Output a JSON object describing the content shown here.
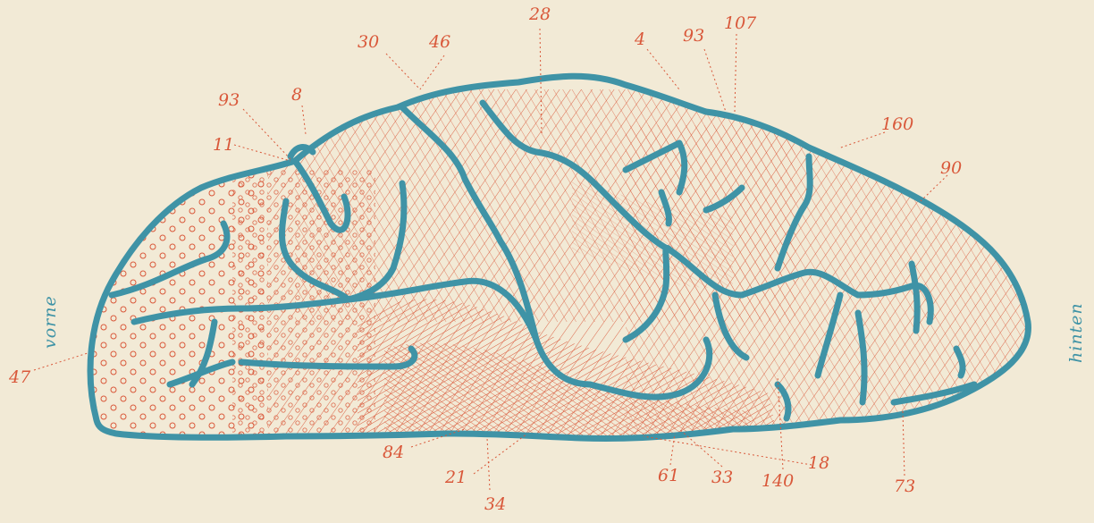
{
  "figure": {
    "colors": {
      "paper": "#f2ead6",
      "outline": "#3f93a6",
      "hatch": "#d9583a",
      "label": "#d9583a",
      "side_label": "#3f93a6"
    },
    "side_labels": {
      "front": "vorne",
      "back": "hinten"
    },
    "area_labels": [
      "28",
      "30",
      "46",
      "4",
      "93",
      "107",
      "93",
      "8",
      "11",
      "160",
      "90",
      "47",
      "84",
      "21",
      "34",
      "61",
      "33",
      "140",
      "18",
      "73"
    ]
  }
}
